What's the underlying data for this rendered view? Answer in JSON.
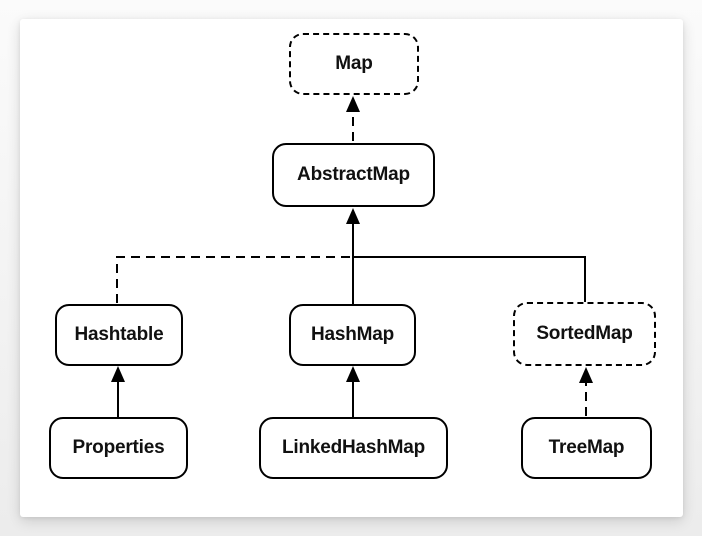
{
  "diagram": {
    "description": "Java Map collection class hierarchy diagram",
    "nodes": [
      {
        "id": "map",
        "label": "Map",
        "border": "dashed"
      },
      {
        "id": "abstractmap",
        "label": "AbstractMap",
        "border": "solid"
      },
      {
        "id": "hashtable",
        "label": "Hashtable",
        "border": "solid"
      },
      {
        "id": "hashmap",
        "label": "HashMap",
        "border": "solid"
      },
      {
        "id": "sortedmap",
        "label": "SortedMap",
        "border": "dashed"
      },
      {
        "id": "properties",
        "label": "Properties",
        "border": "solid"
      },
      {
        "id": "linkedhashmap",
        "label": "LinkedHashMap",
        "border": "solid"
      },
      {
        "id": "treemap",
        "label": "TreeMap",
        "border": "solid"
      }
    ],
    "edges": [
      {
        "from": "AbstractMap",
        "to": "Map",
        "line": "dashed",
        "arrow": "up"
      },
      {
        "from": "HashMap",
        "to": "AbstractMap",
        "line": "solid",
        "arrow": "up"
      },
      {
        "from": "Hashtable",
        "to": "AbstractMap junction",
        "line": "dashed",
        "arrow": "none"
      },
      {
        "from": "SortedMap",
        "to": "AbstractMap junction",
        "line": "solid",
        "arrow": "none"
      },
      {
        "from": "Properties",
        "to": "Hashtable",
        "line": "solid",
        "arrow": "up"
      },
      {
        "from": "LinkedHashMap",
        "to": "HashMap",
        "line": "solid",
        "arrow": "up"
      },
      {
        "from": "TreeMap",
        "to": "SortedMap",
        "line": "dashed",
        "arrow": "up"
      }
    ],
    "colors": {
      "line": "#000000",
      "text": "#111111",
      "box_bg": "#ffffff",
      "card_bg": "#ffffff"
    }
  }
}
